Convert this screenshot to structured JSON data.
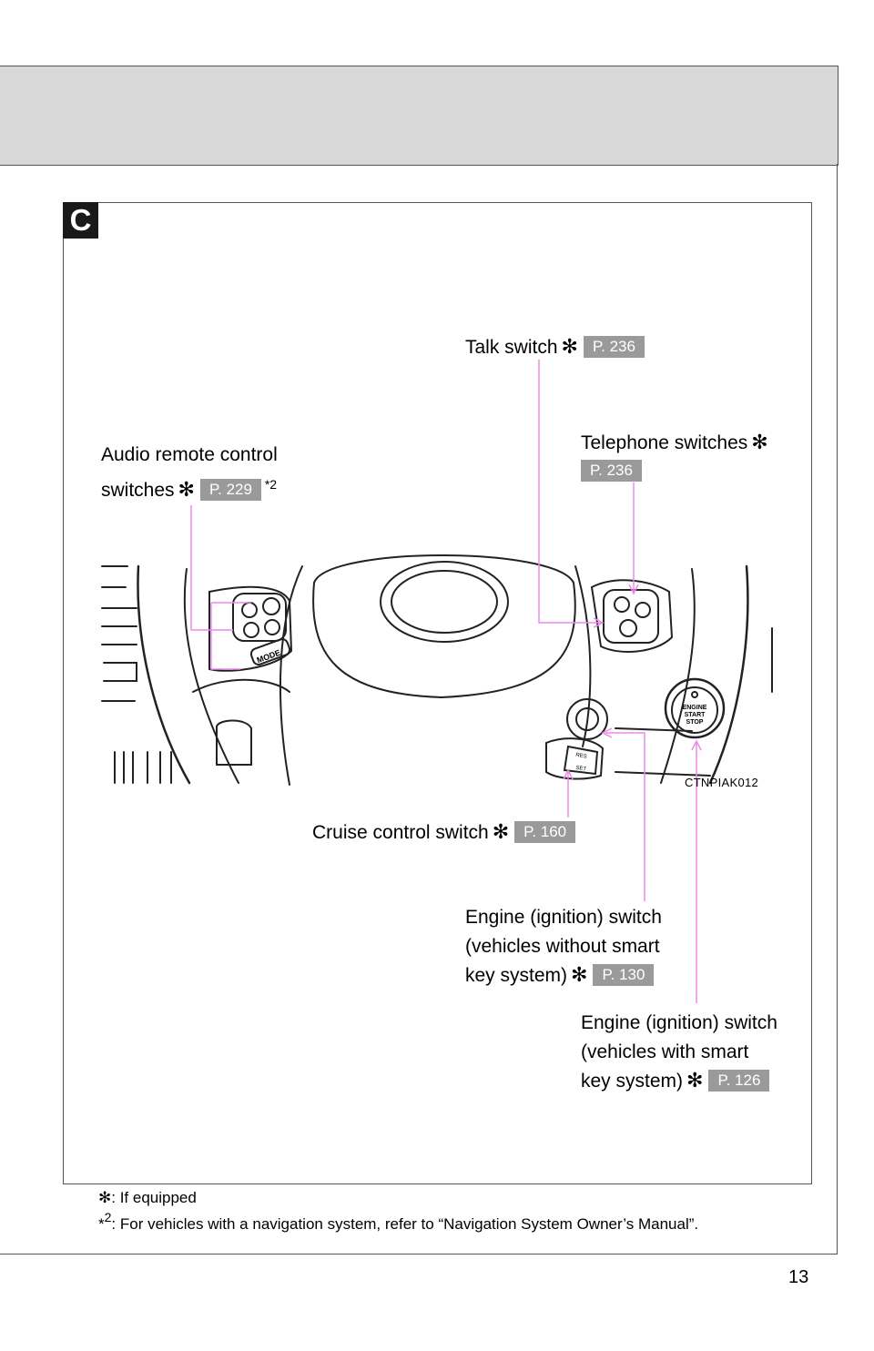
{
  "section": {
    "letter": "C"
  },
  "labels": {
    "talk_switch": {
      "text": "Talk switch",
      "ref": "P. 236"
    },
    "telephone_switches": {
      "text": "Telephone switches",
      "ref": "P. 236"
    },
    "audio_remote": {
      "line1": "Audio remote control",
      "line2": "switches",
      "ref": "P. 229",
      "note_marker": "2"
    },
    "cruise_control": {
      "text": "Cruise control switch",
      "ref": "P. 160"
    },
    "engine_no_smart": {
      "line1": "Engine (ignition) switch",
      "line2": "(vehicles without smart",
      "line3": "key system)",
      "ref": "P. 130"
    },
    "engine_smart": {
      "line1": "Engine (ignition) switch",
      "line2": "(vehicles with smart",
      "line3": "key system)",
      "ref": "P. 126"
    }
  },
  "figure": {
    "code": "CTNPIAK012",
    "mode_button": "MODE",
    "engine_button": [
      "ENGINE",
      "START",
      "STOP"
    ],
    "cruise_marks": [
      "RES",
      "SET"
    ]
  },
  "footnotes": {
    "star_note": ": If equipped",
    "note2_marker": "2",
    "note2": ": For vehicles with a navigation system, refer to “Navigation System Owner’s Manual”."
  },
  "page_number": "13",
  "colors": {
    "leader_line": "#ee88ee",
    "badge_gray": "#9a9a9a",
    "header_band": "#d8d8d8"
  }
}
